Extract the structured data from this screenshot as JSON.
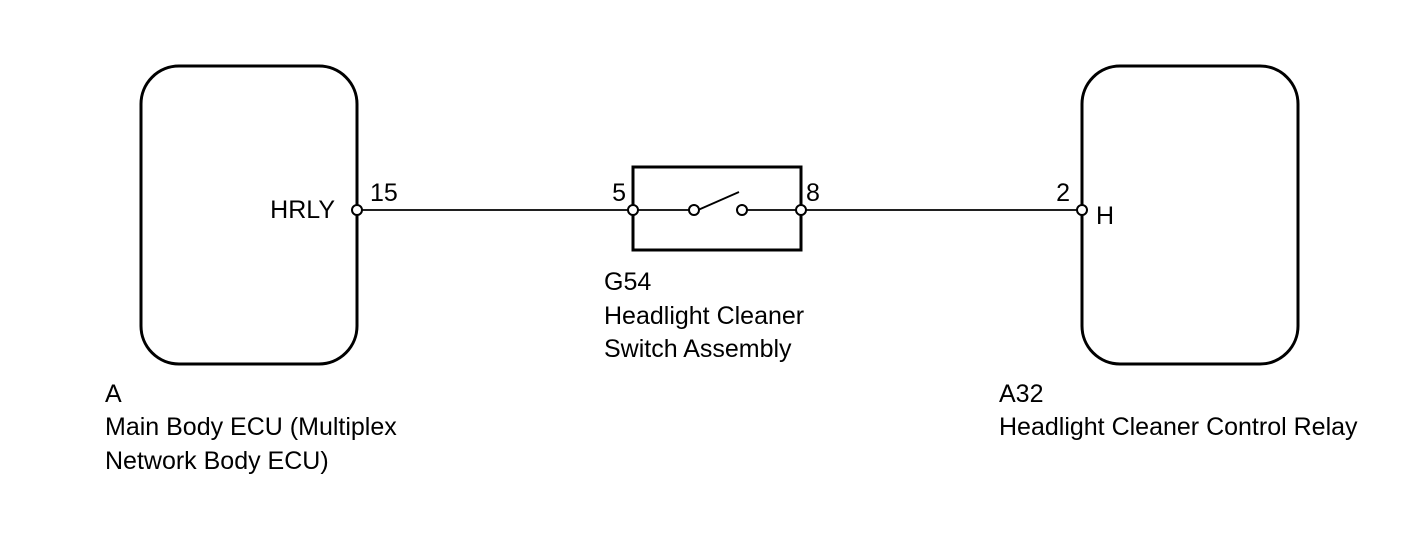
{
  "components": {
    "ecu": {
      "code": "A",
      "name_line1": "Main Body ECU (Multiplex",
      "name_line2": "Network Body ECU)",
      "terminal_name": "HRLY",
      "pin": "15"
    },
    "switch": {
      "code": "G54",
      "name_line1": "Headlight Cleaner",
      "name_line2": "Switch Assembly",
      "pin_left": "5",
      "pin_right": "8"
    },
    "relay": {
      "code": "A32",
      "name": "Headlight Cleaner Control Relay",
      "terminal_name": "H",
      "pin": "2"
    }
  },
  "colors": {
    "line": "#000000",
    "background": "#ffffff"
  }
}
